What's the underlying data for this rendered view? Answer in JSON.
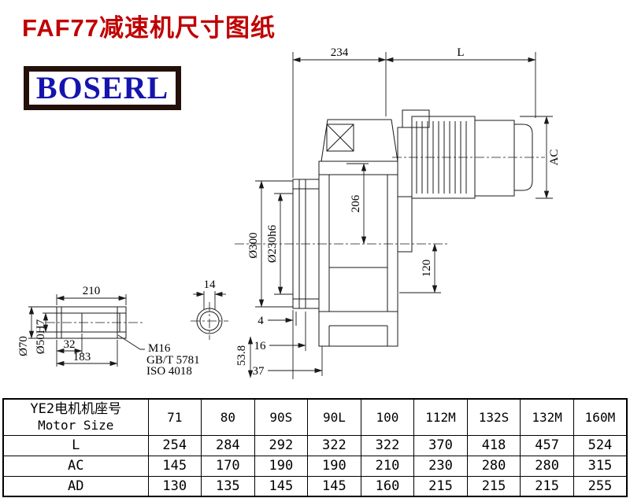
{
  "page_title": "FAF77减速机尺寸图纸",
  "logo_text": "BOSERL",
  "colors": {
    "title": "#c00000",
    "logo_text": "#1515ad",
    "logo_border": "#23100a",
    "line": "#1a1a1a"
  },
  "drawing": {
    "dim_234": "234",
    "dim_L": "L",
    "dim_AC": "AC",
    "dim_206": "206",
    "dim_120": "120",
    "dim_d300": "Ø300",
    "dim_d230": "Ø230h6",
    "dim_4": "4",
    "dim_16": "16",
    "dim_37": "37",
    "dim_53_8": "53.8",
    "dim_210": "210",
    "dim_14": "14",
    "dim_32": "32",
    "dim_183": "183",
    "dim_d70": "Ø70",
    "dim_d50": "Ø50H7",
    "note_m16": "M16",
    "note_gbt": "GB/T 5781",
    "note_iso": "ISO 4018"
  },
  "table": {
    "header_cn": "YE2电机机座号",
    "header_en": "Motor Size",
    "motor_sizes": [
      "71",
      "80",
      "90S",
      "90L",
      "100",
      "112M",
      "132S",
      "132M",
      "160M"
    ],
    "rows": [
      {
        "label": "L",
        "values": [
          "254",
          "284",
          "292",
          "322",
          "322",
          "370",
          "418",
          "457",
          "524"
        ]
      },
      {
        "label": "AC",
        "values": [
          "145",
          "170",
          "190",
          "190",
          "210",
          "230",
          "280",
          "280",
          "315"
        ]
      },
      {
        "label": "AD",
        "values": [
          "130",
          "135",
          "145",
          "145",
          "160",
          "215",
          "215",
          "215",
          "255"
        ]
      }
    ]
  }
}
